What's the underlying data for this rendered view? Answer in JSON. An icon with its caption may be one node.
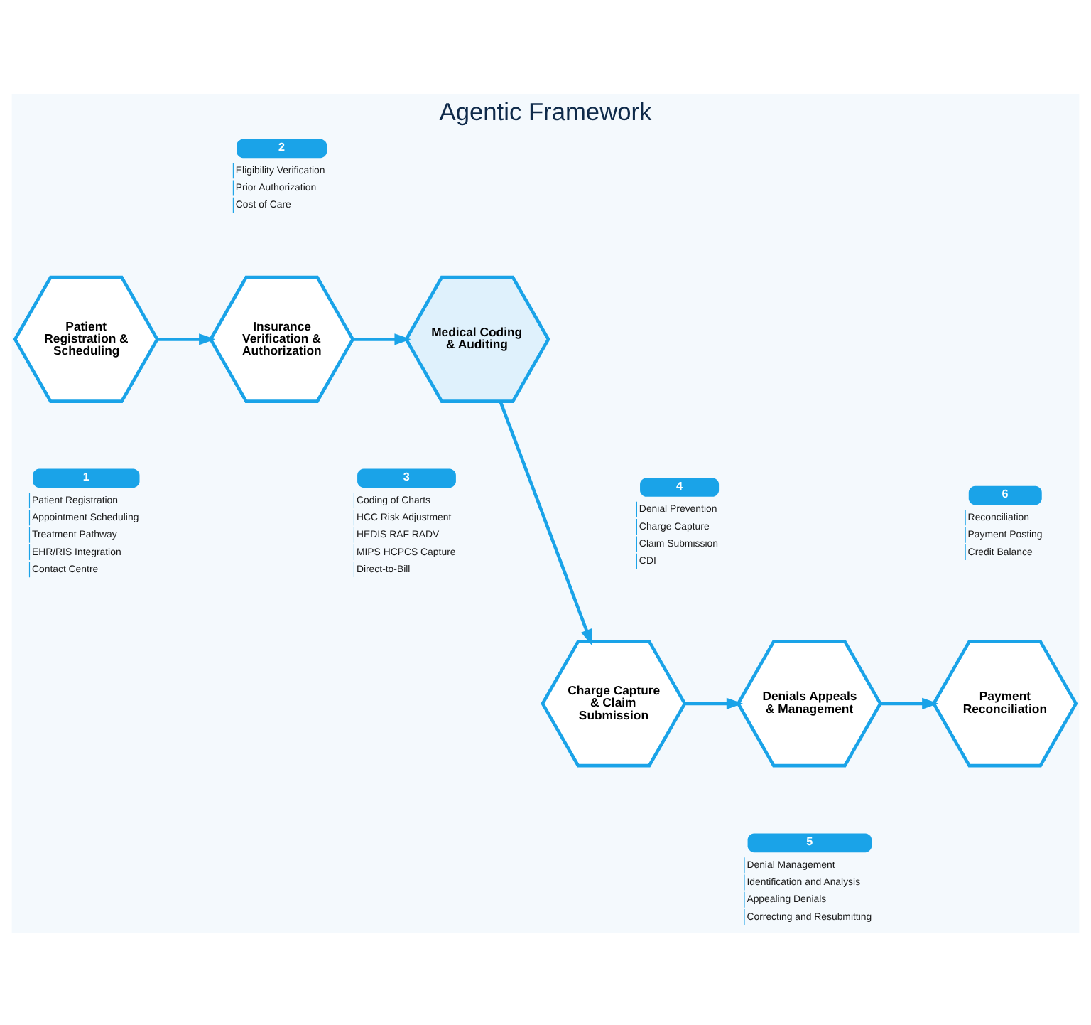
{
  "diagram": {
    "title": "Agentic Framework",
    "nodes": [
      {
        "text": [
          "Patient Registration & Scheduling"
        ],
        "beside": [
          "1",
          "Patient Registration",
          "Appointment Scheduling",
          "Treatment Pathway",
          "EHR/RIS Integration",
          "Contact Centre"
        ]
      },
      {
        "text": [
          "Insurance Verification & Authorization"
        ],
        "beside": [
          "2",
          "Eligibility Verification",
          "Prior Authorization",
          "Cost of Care"
        ]
      },
      {
        "text": [
          "Medical Coding & Auditing"
        ],
        "beside": [
          "3",
          "Coding of Charts",
          "HCC Risk Adjustment",
          "HEDIS RAF RADV",
          "MIPS HCPCS Capture",
          "Direct-to-Bill"
        ]
      },
      {
        "text": [
          "Charge Capture & Claim Submission"
        ],
        "beside": [
          "4",
          "Denial Prevention",
          "Charge Capture",
          "Claim Submission",
          "CDI"
        ]
      },
      {
        "text": [
          "Denials Appeals & Management"
        ],
        "beside": [
          "5",
          "Denial Management",
          "Identification and Analysis",
          "Appealing Denials",
          "Correcting and Resubmitting"
        ]
      },
      {
        "text": [
          "Payment Reconciliation"
        ],
        "beside": [
          "6",
          "Reconciliation",
          "Payment Posting",
          "Credit Balance"
        ]
      }
    ],
    "edges": [
      {
        "from": 0,
        "to": 1,
        "arrow": "to"
      },
      {
        "from": 1,
        "to": 2,
        "arrow": "to"
      },
      {
        "from": 2,
        "to": 3,
        "arrow": "to"
      },
      {
        "from": 3,
        "to": 4,
        "arrow": "to"
      },
      {
        "from": 4,
        "to": 5,
        "arrow": "to"
      }
    ]
  }
}
